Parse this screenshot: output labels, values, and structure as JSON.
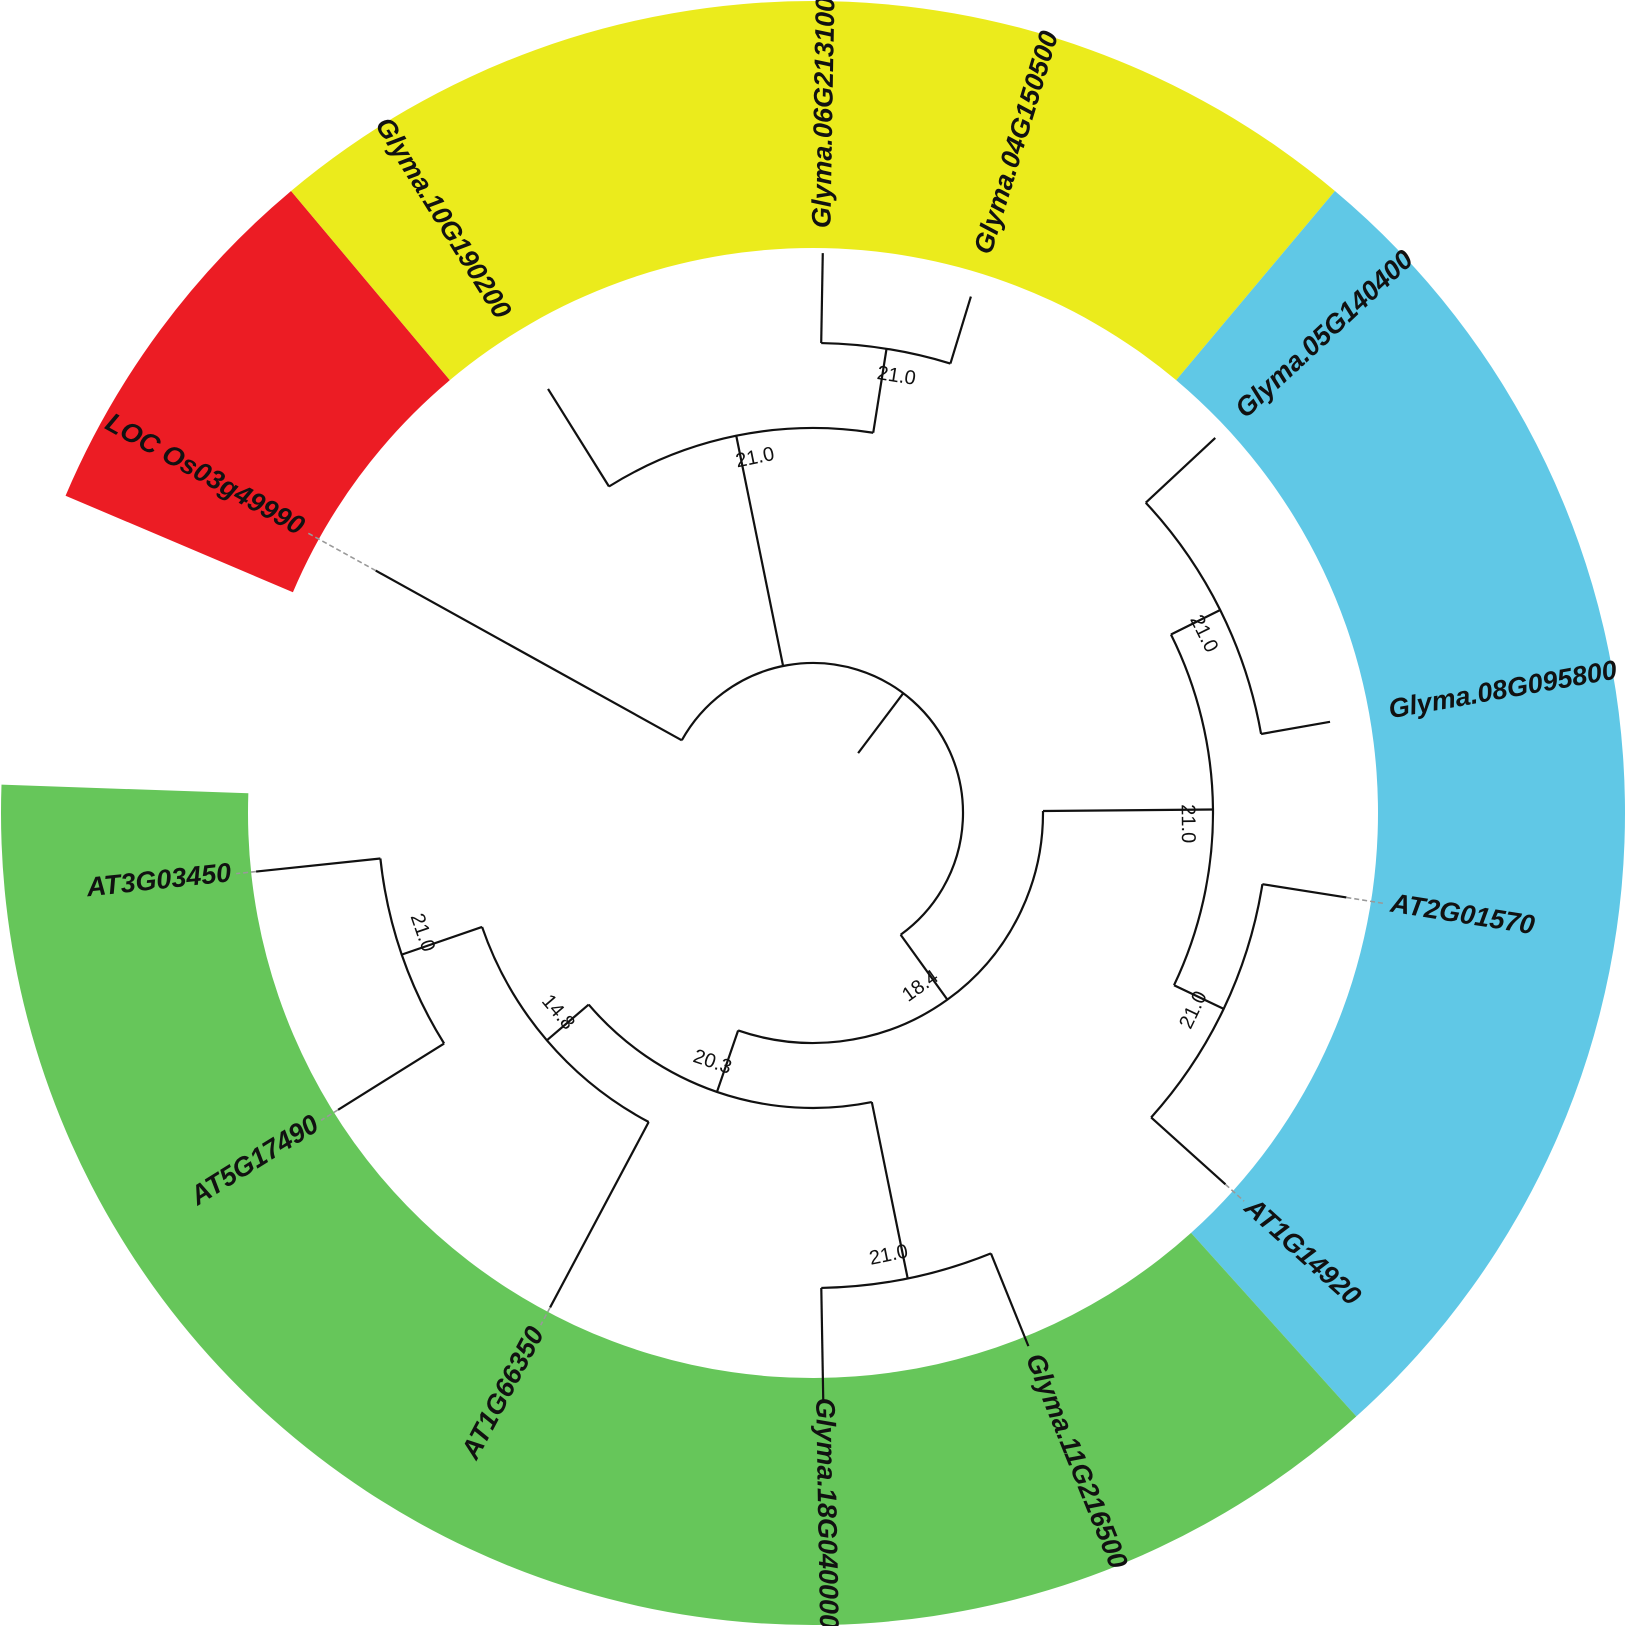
{
  "colors": {
    "red": "#ec1c24",
    "yellow": "#ebeb1c",
    "blue": "#60c8e6",
    "green": "#66c65a",
    "line": "#111111",
    "leader": "#999999"
  },
  "sectors": [
    {
      "name": "rice-sector",
      "color": "red",
      "start": -157,
      "end": -130
    },
    {
      "name": "yellow-sector",
      "color": "yellow",
      "start": -130,
      "end": -50
    },
    {
      "name": "blue-sector",
      "color": "blue",
      "start": -50,
      "end": 48
    },
    {
      "name": "green-sector",
      "color": "green",
      "start": 48,
      "end": 182
    }
  ],
  "leaves": [
    {
      "id": "AT3G03450",
      "label": "AT3G03450",
      "angle": 174,
      "tip": 560,
      "leader": true
    },
    {
      "id": "AT5G17490",
      "label": "AT5G17490",
      "angle": 148,
      "tip": 560,
      "leader": true
    },
    {
      "id": "AT1G66350",
      "label": "AT1G66350",
      "angle": 118,
      "tip": 560,
      "leader": true
    },
    {
      "id": "Glyma18G040000",
      "label": "Glyma.18G040000",
      "angle": 89,
      "tip": 590,
      "leader": false
    },
    {
      "id": "Glyma11G216500",
      "label": "Glyma.11G216500",
      "angle": 68,
      "tip": 575,
      "leader": false
    },
    {
      "id": "AT1G14920",
      "label": "AT1G14920",
      "angle": 42,
      "tip": 555,
      "leader": true
    },
    {
      "id": "AT2G01570",
      "label": "AT2G01570",
      "angle": 9,
      "tip": 540,
      "leader": true
    },
    {
      "id": "Glyma08G095800",
      "label": "Glyma.08G095800",
      "angle": -10,
      "tip": 525,
      "leader": false
    },
    {
      "id": "Glyma05G140400",
      "label": "Glyma.05G140400",
      "angle": -43,
      "tip": 550,
      "leader": false
    },
    {
      "id": "Glyma04G150500",
      "label": "Glyma.04G150500",
      "angle": -73,
      "tip": 540,
      "leader": false
    },
    {
      "id": "Glyma06G213100",
      "label": "Glyma.06G213100",
      "angle": -89,
      "tip": 560,
      "leader": false
    },
    {
      "id": "Glyma10G190200",
      "label": "Glyma.10G190200",
      "angle": -122,
      "tip": 500,
      "leader": false
    },
    {
      "id": "LOC_Os03g49990",
      "label": "LOC Os03g49990",
      "angle": -151,
      "tip": 500,
      "leader": true
    }
  ],
  "nodes": [
    {
      "id": "n_at",
      "r": 435,
      "children": [
        "AT3G03450",
        "AT5G17490"
      ],
      "support": "21.0"
    },
    {
      "id": "n_at3",
      "r": 350,
      "children": [
        "n_at",
        "AT1G66350"
      ],
      "support": "14.8"
    },
    {
      "id": "n_gly1811",
      "r": 475,
      "children": [
        "Glyma18G040000",
        "Glyma11G216500"
      ],
      "support": "21.0"
    },
    {
      "id": "n_green",
      "r": 295,
      "children": [
        "n_at3",
        "n_gly1811"
      ],
      "support": "20.3"
    },
    {
      "id": "n_at1",
      "r": 455,
      "children": [
        "AT1G14920",
        "AT2G01570"
      ],
      "support": "21.0"
    },
    {
      "id": "n_gly0805",
      "r": 455,
      "children": [
        "Glyma08G095800",
        "Glyma05G140400"
      ],
      "support": "21.0"
    },
    {
      "id": "n_blue",
      "r": 400,
      "children": [
        "n_at1",
        "n_gly0805"
      ],
      "support": "21.0"
    },
    {
      "id": "n_gb",
      "r": 230,
      "children": [
        "n_green",
        "n_blue"
      ],
      "support": "18.4"
    },
    {
      "id": "n_gly0406",
      "r": 470,
      "children": [
        "Glyma04G150500",
        "Glyma06G213100"
      ],
      "support": "21.0"
    },
    {
      "id": "n_yellow",
      "r": 385,
      "children": [
        "Glyma10G190200",
        "n_gly0406"
      ],
      "support": "21.0"
    },
    {
      "id": "n_core",
      "r": 150,
      "children": [
        "n_gb",
        "n_yellow",
        "LOC_Os03g49990"
      ],
      "support": ""
    }
  ],
  "root_stub": {
    "angle": -53
  }
}
